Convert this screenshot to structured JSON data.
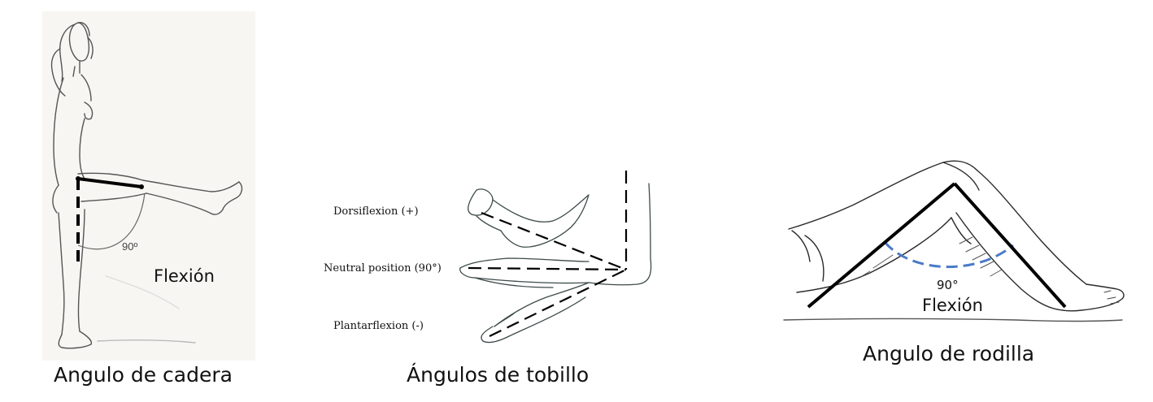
{
  "hip": {
    "caption": "Angulo de cadera",
    "motion_label": "Flexión",
    "angle_label": "90º"
  },
  "ankle": {
    "caption": "Ángulos de tobillo",
    "dorsiflexion_label": "Dorsiflexion (+)",
    "neutral_label": "Neutral position (90°)",
    "plantarflexion_label": "Plantarflexion (-)"
  },
  "knee": {
    "caption": "Angulo de rodilla",
    "angle_label": "90°",
    "motion_label": "Flexión",
    "arc_color": "#4a7ac8"
  }
}
